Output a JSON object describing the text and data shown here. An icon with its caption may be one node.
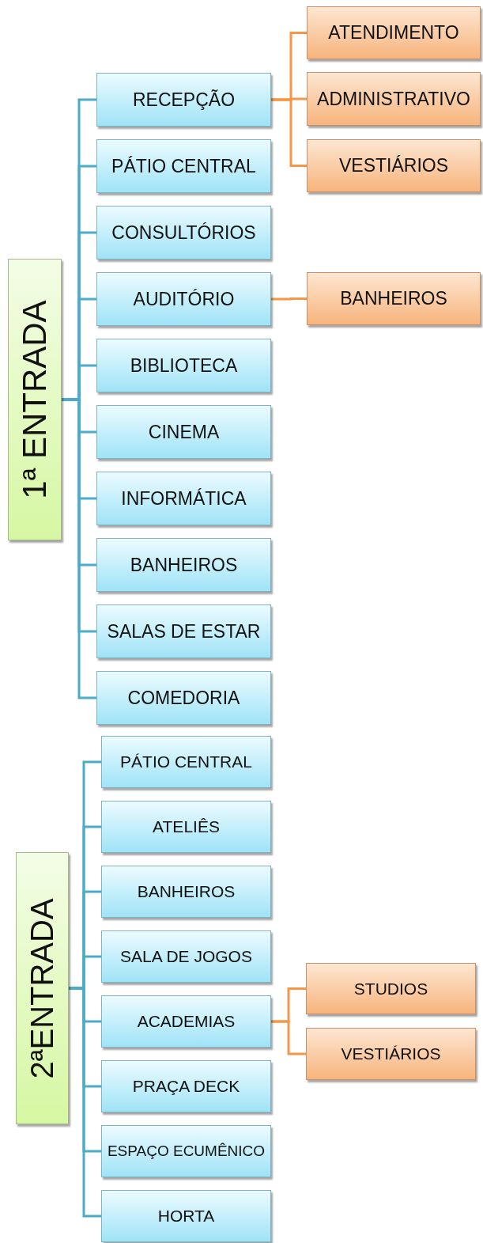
{
  "diagram": {
    "nodes": [
      {
        "text": [
          "1ª ENTRADA"
        ]
      },
      {
        "text": [
          "RECEPÇÃO"
        ]
      },
      {
        "text": [
          "PÁTIO CENTRAL"
        ]
      },
      {
        "text": [
          "CONSULTÓRIOS"
        ]
      },
      {
        "text": [
          "AUDITÓRIO"
        ]
      },
      {
        "text": [
          "BIBLIOTECA"
        ]
      },
      {
        "text": [
          "CINEMA"
        ]
      },
      {
        "text": [
          "INFORMÁTICA"
        ]
      },
      {
        "text": [
          "BANHEIROS"
        ]
      },
      {
        "text": [
          "SALAS DE ESTAR"
        ]
      },
      {
        "text": [
          "COMEDORIA"
        ]
      },
      {
        "text": [
          "ATENDIMENTO"
        ]
      },
      {
        "text": [
          "ADMINISTRATIVO"
        ]
      },
      {
        "text": [
          "VESTIÁRIOS"
        ]
      },
      {
        "text": [
          "BANHEIROS"
        ]
      },
      {
        "text": [
          "2ªENTRADA"
        ]
      },
      {
        "text": [
          "PÁTIO CENTRAL"
        ]
      },
      {
        "text": [
          "ATELIÊS"
        ]
      },
      {
        "text": [
          "BANHEIROS"
        ]
      },
      {
        "text": [
          "SALA DE JOGOS"
        ]
      },
      {
        "text": [
          "ACADEMIAS"
        ]
      },
      {
        "text": [
          "PRAÇA DECK"
        ]
      },
      {
        "text": [
          "ESPAÇO ECUMÊNICO"
        ]
      },
      {
        "text": [
          "HORTA"
        ]
      },
      {
        "text": [
          "STUDIOS"
        ]
      },
      {
        "text": [
          "VESTIÁRIOS"
        ]
      }
    ],
    "edges": [
      {
        "from": 0,
        "to": 1,
        "arrow": "none"
      },
      {
        "from": 0,
        "to": 2,
        "arrow": "none"
      },
      {
        "from": 0,
        "to": 3,
        "arrow": "none"
      },
      {
        "from": 0,
        "to": 4,
        "arrow": "none"
      },
      {
        "from": 0,
        "to": 5,
        "arrow": "none"
      },
      {
        "from": 0,
        "to": 6,
        "arrow": "none"
      },
      {
        "from": 0,
        "to": 7,
        "arrow": "none"
      },
      {
        "from": 0,
        "to": 8,
        "arrow": "none"
      },
      {
        "from": 0,
        "to": 9,
        "arrow": "none"
      },
      {
        "from": 0,
        "to": 10,
        "arrow": "none"
      },
      {
        "from": 1,
        "to": 11,
        "arrow": "none",
        "color": "#f79646"
      },
      {
        "from": 1,
        "to": 12,
        "arrow": "none",
        "color": "#f79646"
      },
      {
        "from": 1,
        "to": 13,
        "arrow": "none",
        "color": "#f79646"
      },
      {
        "from": 4,
        "to": 14,
        "arrow": "none",
        "color": "#f79646"
      },
      {
        "from": 15,
        "to": 16,
        "arrow": "none"
      },
      {
        "from": 15,
        "to": 17,
        "arrow": "none"
      },
      {
        "from": 15,
        "to": 18,
        "arrow": "none"
      },
      {
        "from": 15,
        "to": 19,
        "arrow": "none"
      },
      {
        "from": 15,
        "to": 20,
        "arrow": "none"
      },
      {
        "from": 15,
        "to": 21,
        "arrow": "none"
      },
      {
        "from": 15,
        "to": 22,
        "arrow": "none"
      },
      {
        "from": 15,
        "to": 23,
        "arrow": "none"
      },
      {
        "from": 20,
        "to": 24,
        "arrow": "none",
        "color": "#f79646"
      },
      {
        "from": 20,
        "to": 25,
        "arrow": "none",
        "color": "#f79646"
      }
    ]
  }
}
